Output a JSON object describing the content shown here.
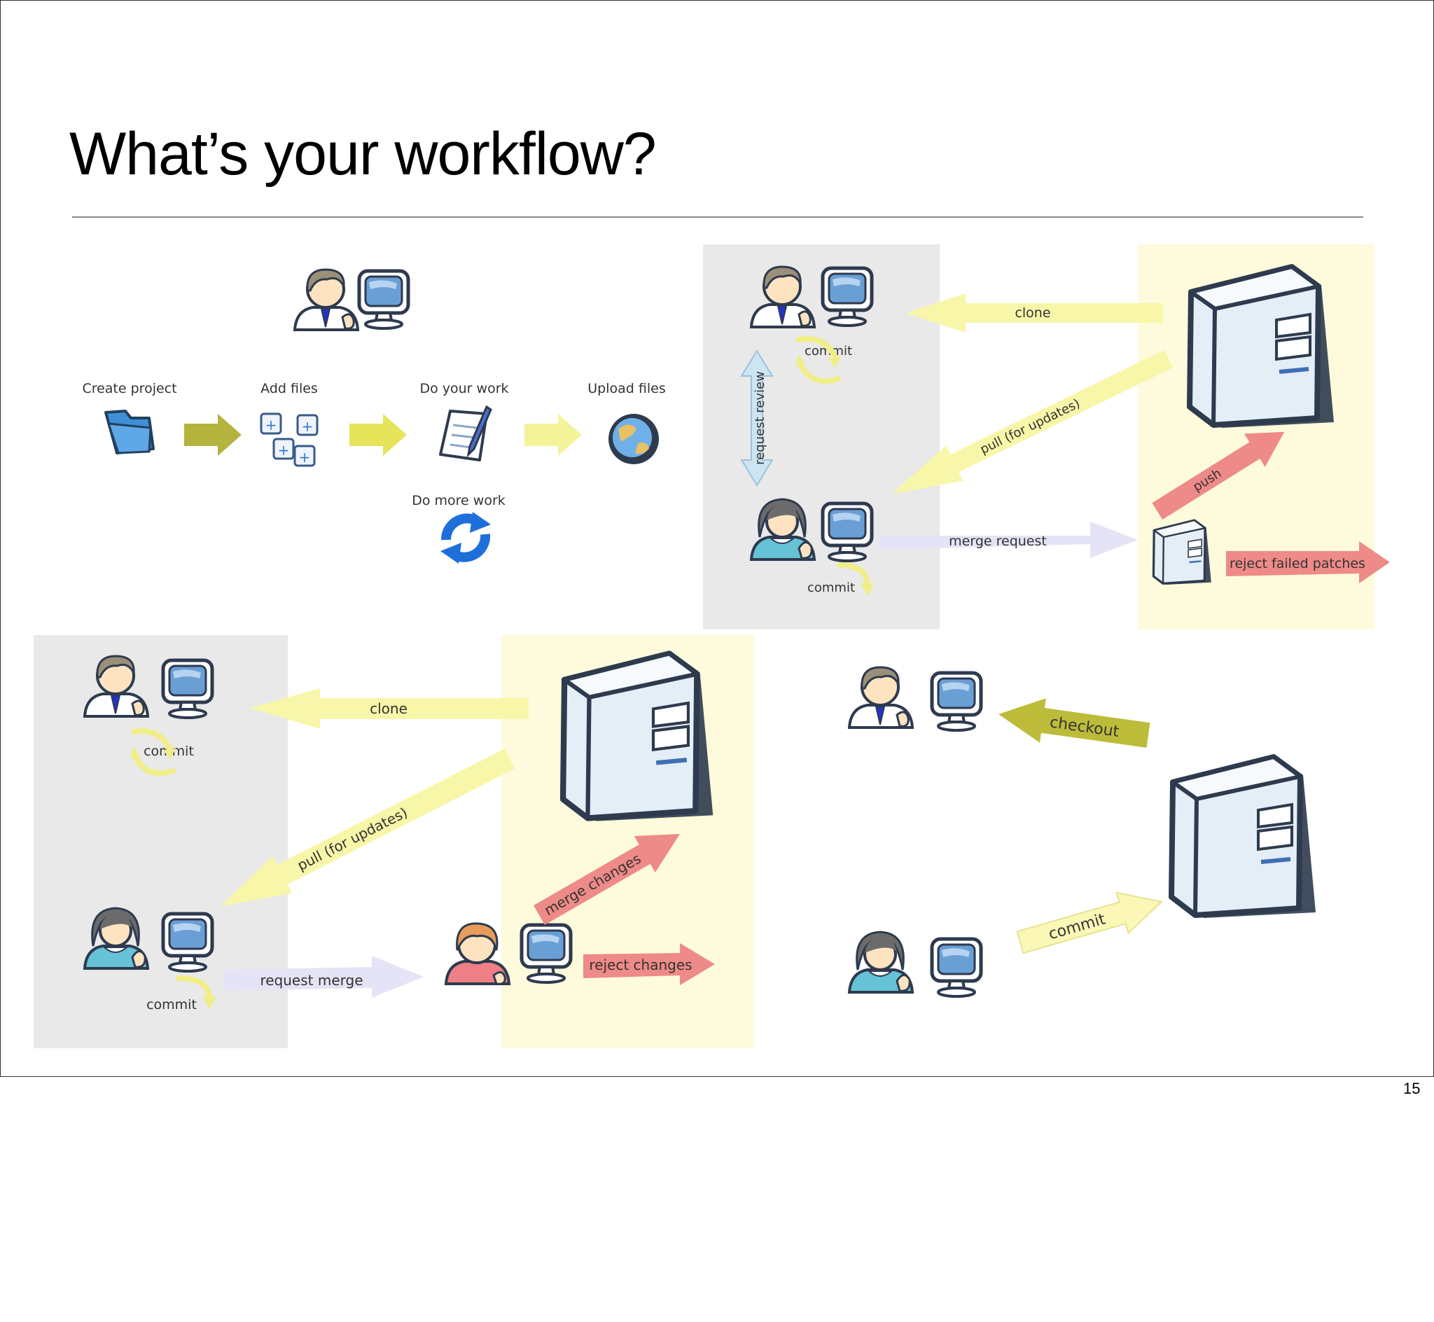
{
  "slide": {
    "title": "What’s your workflow?",
    "page_number": "15"
  },
  "colors": {
    "gray_zone": "#e9e9ea",
    "yellow_zone": "#fdfbdc",
    "olive_arrow": "#bcbc3a",
    "yellow_arrow": "#f8f6a8",
    "lavender_arrow": "#e4e4f6",
    "red_arrow": "#ee8a88"
  },
  "linear": {
    "steps": [
      "Create project",
      "Add files",
      "Do your work",
      "Upload files"
    ],
    "loop_label": "Do more work"
  },
  "central": {
    "clone": "clone",
    "commit_top": "commit",
    "request_review": "request review",
    "pull": "pull (for updates)",
    "push": "push",
    "merge_request": "merge request",
    "commit_bottom": "commit",
    "reject": "reject failed patches"
  },
  "maintainer": {
    "clone": "clone",
    "commit_top": "commit",
    "pull": "pull (for updates)",
    "merge_changes": "merge changes",
    "request_merge": "request merge",
    "reject": "reject changes",
    "commit_bottom": "commit"
  },
  "centralized": {
    "checkout": "checkout",
    "commit": "commit"
  }
}
